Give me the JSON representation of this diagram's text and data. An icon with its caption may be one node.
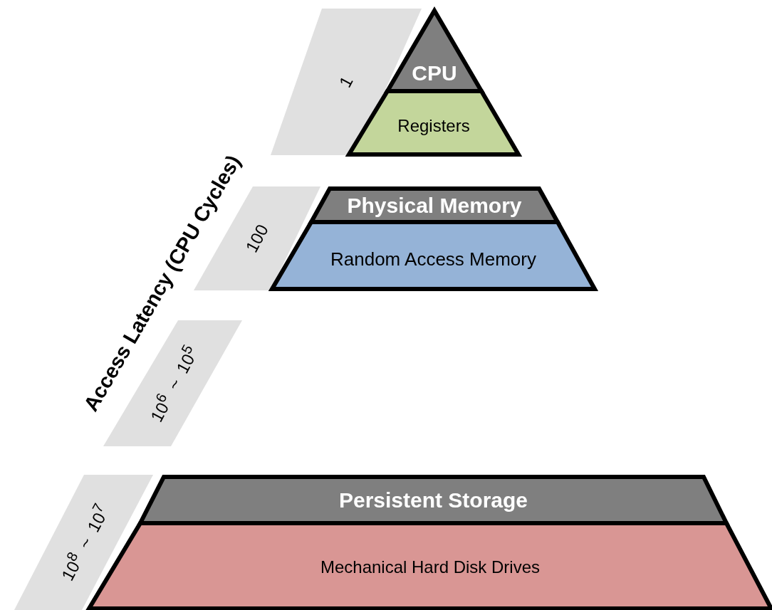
{
  "diagram": {
    "nodes": [
      {
        "text": [
          "1"
        ]
      },
      {
        "text": [
          "CPU"
        ]
      },
      {
        "text": [
          "Registers"
        ]
      },
      {
        "text": [
          "100"
        ]
      },
      {
        "text": [
          "Physical Memory"
        ]
      },
      {
        "text": [
          "Random Access Memory"
        ]
      },
      {
        "text": [
          "10$^{6}$ ~ 10$^{5}$"
        ]
      },
      {
        "text": [
          "10$^{8}$ ~ 10$^{7}$"
        ]
      },
      {
        "text": [
          "Persistent Storage"
        ]
      },
      {
        "text": [
          "Mechanical Hard Disk Drives"
        ]
      }
    ],
    "edges": [],
    "labels": [
      "Access Latency (CPU Cycles)"
    ]
  }
}
